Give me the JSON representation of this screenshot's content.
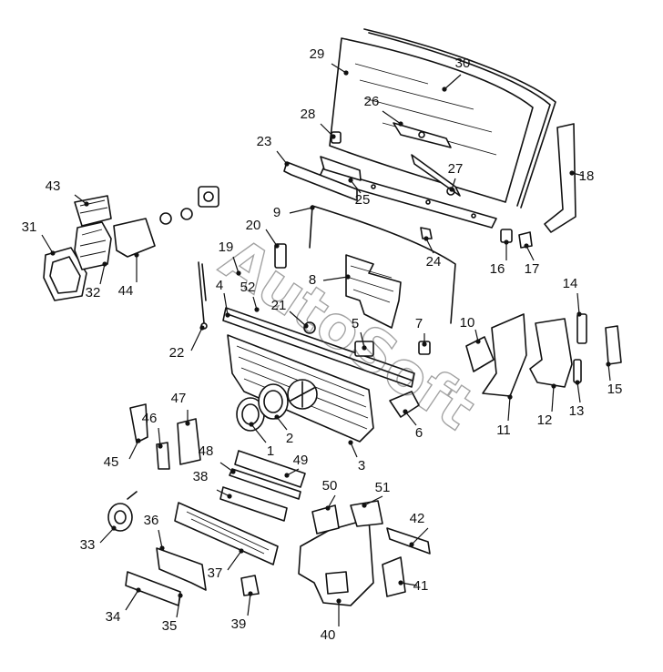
{
  "diagram": {
    "labels": [
      "1",
      "2",
      "3",
      "4",
      "5",
      "6",
      "7",
      "8",
      "9",
      "10",
      "11",
      "12",
      "13",
      "14",
      "15",
      "16",
      "17",
      "18",
      "19",
      "20",
      "21",
      "22",
      "23",
      "24",
      "25",
      "26",
      "27",
      "28",
      "29",
      "30",
      "31",
      "32",
      "33",
      "34",
      "35",
      "36",
      "37",
      "38",
      "39",
      "40",
      "41",
      "42",
      "43",
      "44",
      "45",
      "46",
      "47",
      "48",
      "49",
      "50",
      "51",
      "52"
    ],
    "watermark": "AutoSoft"
  }
}
